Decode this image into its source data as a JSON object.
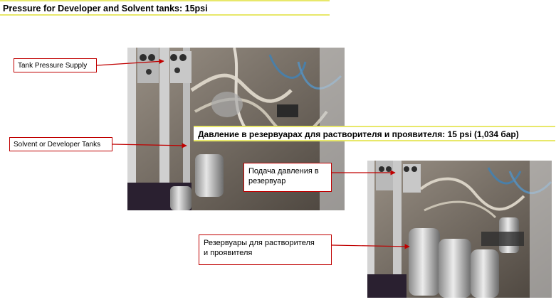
{
  "slide": {
    "title_en": "Pressure for Developer and Solvent tanks: 15psi",
    "title_ru": "Давление в резервуарах  для растворителя и проявителя: 15 psi (1,034 бар)"
  },
  "labels_en": {
    "tank_pressure_supply": "Tank Pressure Supply",
    "solvent_developer_tanks": "Solvent or Developer Tanks"
  },
  "labels_ru": {
    "tank_pressure_supply_line1": "Подача давления в",
    "tank_pressure_supply_line2": "резервуар",
    "solvent_developer_tanks_line1": "Резервуары для растворителя",
    "solvent_developer_tanks_line2": "и проявителя"
  },
  "colors": {
    "accent_line": "#e8e86a",
    "callout_border": "#c00000"
  }
}
